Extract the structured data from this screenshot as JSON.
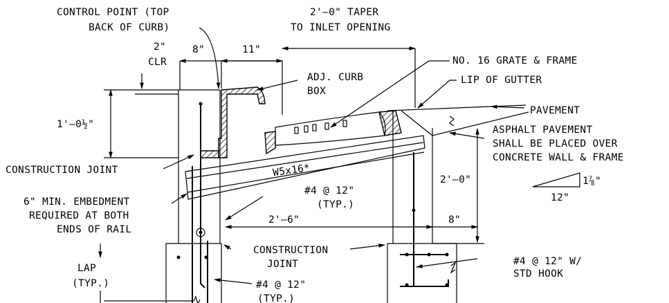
{
  "labels": {
    "control_point_1": "CONTROL POINT (TOP",
    "control_point_2": "BACK OF CURB)",
    "taper_1": "2'–0\" TAPER",
    "taper_2": "TO INLET OPENING",
    "dim_2in": "2\"",
    "clr": "CLR",
    "dim_8in_top": "8\"",
    "dim_11in": "11\"",
    "grate": "NO. 16 GRATE & FRAME",
    "adj_curb_1": "ADJ. CURB",
    "adj_curb_2": "BOX",
    "lip_gutter": "LIP OF GUTTER",
    "pavement": "PAVEMENT",
    "asphalt_1": "ASPHALT PAVEMENT",
    "asphalt_2": "SHALL BE PLACED OVER",
    "asphalt_3": "CONCRETE WALL & FRAME",
    "dim_1ft_half": "1'–0½\"",
    "construction_joint_left": "CONSTRUCTION JOINT",
    "beam": "W5x16*",
    "slope_rise": "1⅞\"",
    "slope_run": "12\"",
    "dim_2ft": "2'–0\"",
    "rebar_mid_1": "#4 @ 12\"",
    "rebar_mid_2": "(TYP.)",
    "embed_1": "6\" MIN. EMBEDMENT",
    "embed_2": "REQUIRED AT BOTH",
    "embed_3": "ENDS OF RAIL",
    "dim_2ft6": "2'–6\"",
    "dim_8in_right": "8\"",
    "cj_bottom_1": "CONSTRUCTION",
    "cj_bottom_2": "JOINT",
    "lap_1": "LAP",
    "lap_2": "(TYP.)",
    "rebar_hook_1": "#4 @ 12\" W/",
    "rebar_hook_2": "STD HOOK",
    "rebar_bottom_1": "#4 @ 12\"",
    "rebar_bottom_2": "(TYP.)"
  }
}
